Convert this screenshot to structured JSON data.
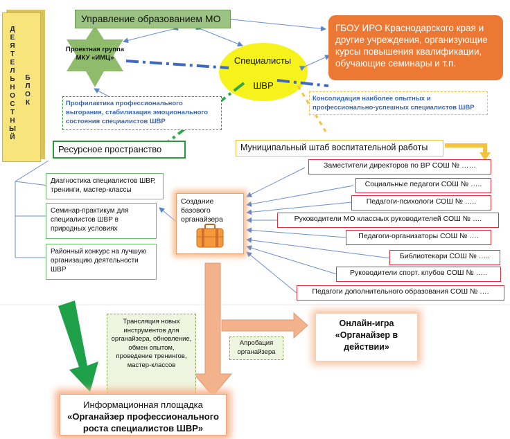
{
  "left_block": {
    "text": "ДЕЯТЕЛЬНОСТНЫЙ БЛОК",
    "col1": "ДЕЯТЕЛЬНОСТНЫЙ",
    "col2": "БЛОК"
  },
  "top_head": "Управление образованием МО",
  "star": {
    "label": "Проектная группа МКУ «ИМЦ»"
  },
  "ellipse": {
    "line1": "Специалисты",
    "line2": "ШВР"
  },
  "orange_box": "ГБОУ ИРО Краснодарского края и другие учреждения, организующие курсы повышения квалификации, обучающие семинары и т.п.",
  "prophylaxis": "Профилактика профессионального выгорания, стабилизация эмоционального состояния специалистов ШВР",
  "consolidation": "Консолидация наиболее опытных и профессионально-успешных специалистов ШВР",
  "resource_space": "Ресурсное пространство",
  "municipal_hq": "Муниципальный штаб воспитательной работы",
  "resource_items": [
    "Диагностика  специалистов ШВР, тренинги,  мастер-классы",
    "Семинар-практикум для специалистов ШВР в природных условиях",
    "Районный конкурс на лучшую организацию деятельности ШВР"
  ],
  "organizer_box": "Создание базового органайзера",
  "school_roles": [
    "Заместители директоров по ВР СОШ № ……",
    "Социальные педагоги СОШ №  …..",
    "Педагоги-психологи СОШ №  …..",
    "Руководители МО классных руководителей СОШ № ….",
    "Педагоги-организаторы СОШ № ….",
    "Библиотекари СОШ № …..",
    "Руководители спорт. клубов СОШ № …..",
    "Педагоги дополнительного образования СОШ № …."
  ],
  "translation": "Трансляция новых инструментов для органайзера, обновление, обмен опытом, проведение тренингов, мастер-классов",
  "approbation": "Апробация органайзера",
  "online_game": {
    "line1": "Онлайн-игра",
    "line2": "«Органайзер в действии»"
  },
  "info_platform": {
    "line1": "Информационная площадка",
    "line2": "«Органайзер профессионального роста специалистов ШВР»"
  },
  "colors": {
    "green": "#9dc384",
    "orange": "#ec7833",
    "yellow_ellipse": "#f6f21c",
    "block_yellow": "#f7e47a",
    "red": "#e0303a",
    "arrow_orange": "#f2b38c",
    "big_arrow_green": "#1fa14a"
  }
}
